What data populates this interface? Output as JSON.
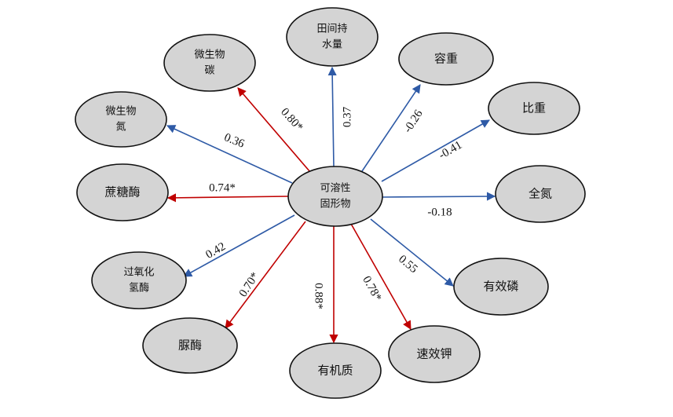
{
  "center": {
    "id": "center",
    "lines": [
      "可溶性",
      "固形物"
    ]
  },
  "nodes": [
    {
      "id": "water",
      "lines": [
        "田间持",
        "水量"
      ]
    },
    {
      "id": "bulk-density",
      "lines": [
        "容重"
      ]
    },
    {
      "id": "specific-gravity",
      "lines": [
        "比重"
      ]
    },
    {
      "id": "total-nitrogen",
      "lines": [
        "全氮"
      ]
    },
    {
      "id": "available-p",
      "lines": [
        "有效磷"
      ]
    },
    {
      "id": "available-k",
      "lines": [
        "速效钾"
      ]
    },
    {
      "id": "organic-matter",
      "lines": [
        "有机质"
      ]
    },
    {
      "id": "urease",
      "lines": [
        "脲酶"
      ]
    },
    {
      "id": "catalase",
      "lines": [
        "过氧化",
        "氢酶"
      ]
    },
    {
      "id": "sucrase",
      "lines": [
        "蔗糖酶"
      ]
    },
    {
      "id": "microbial-n",
      "lines": [
        "微生物",
        "氮"
      ]
    },
    {
      "id": "microbial-c",
      "lines": [
        "微生物",
        "碳"
      ]
    }
  ],
  "edges": [
    {
      "to": "water",
      "label": "0.37",
      "significant": false
    },
    {
      "to": "bulk-density",
      "label": "-0.26",
      "significant": false
    },
    {
      "to": "specific-gravity",
      "label": "-0.41",
      "significant": false
    },
    {
      "to": "total-nitrogen",
      "label": "-0.18",
      "significant": false
    },
    {
      "to": "available-p",
      "label": "0.55",
      "significant": false
    },
    {
      "to": "available-k",
      "label": "0.78*",
      "significant": true
    },
    {
      "to": "organic-matter",
      "label": "0.88*",
      "significant": true
    },
    {
      "to": "urease",
      "label": "0.70*",
      "significant": true
    },
    {
      "to": "catalase",
      "label": "0.42",
      "significant": false
    },
    {
      "to": "sucrase",
      "label": "0.74*",
      "significant": true
    },
    {
      "to": "microbial-n",
      "label": "0.36",
      "significant": false
    },
    {
      "to": "microbial-c",
      "label": "0.80*",
      "significant": true
    }
  ],
  "colors": {
    "significant": "#c00000",
    "non_significant": "#2e5aa6",
    "node_fill": "#d4d4d4",
    "node_stroke": "#111111"
  }
}
